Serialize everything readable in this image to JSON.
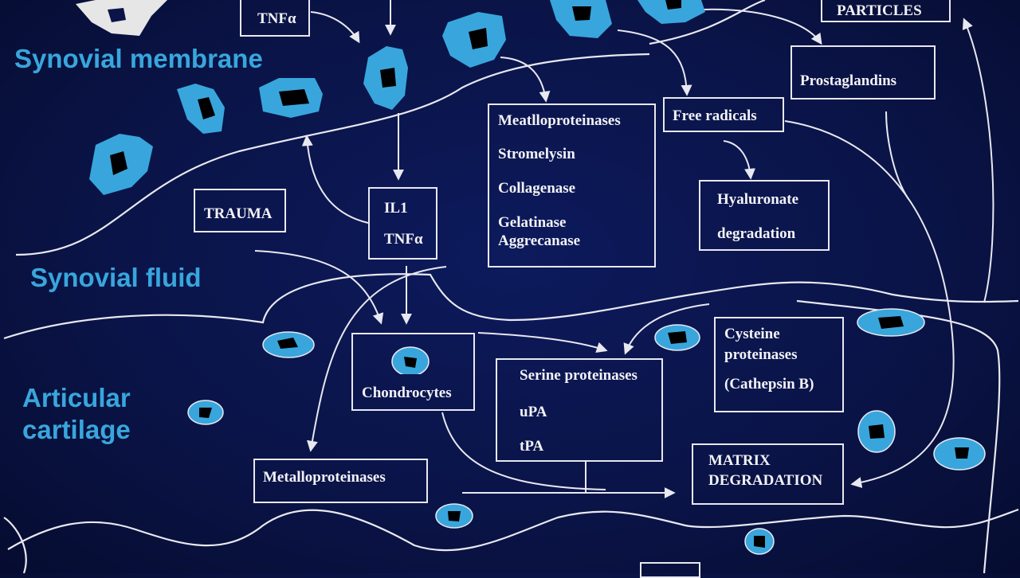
{
  "regions": {
    "membrane": "Synovial membrane",
    "fluid": "Synovial fluid",
    "cartilage_line1": "Articular",
    "cartilage_line2": "cartilage"
  },
  "boxes": {
    "tnf_top": "TNFα",
    "particles": "PARTICLES",
    "prostaglandins": "Prostaglandins",
    "free_radicals": "Free radicals",
    "mmp_list": [
      "Meatlloproteinases",
      "Stromelysin",
      "Collagenase",
      "Gelatinase",
      "Aggrecanase"
    ],
    "hyaluronate": [
      "Hyaluronate",
      "degradation"
    ],
    "trauma": "TRAUMA",
    "il1_tnf": [
      "IL1",
      "TNFα"
    ],
    "chondrocytes": "Chondrocytes",
    "serine": [
      "Serine proteinases",
      "uPA",
      "tPA"
    ],
    "cysteine": [
      "Cysteine",
      "proteinases",
      "(Cathepsin B)"
    ],
    "metallo_bottom": "Metalloproteinases",
    "matrix": [
      "MATRIX",
      "DEGRADATION"
    ]
  },
  "colors": {
    "background": "#0a1448",
    "cell_fill": "#38a6dc",
    "region_text": "#38a6dc",
    "line": "#e8e8f0"
  }
}
